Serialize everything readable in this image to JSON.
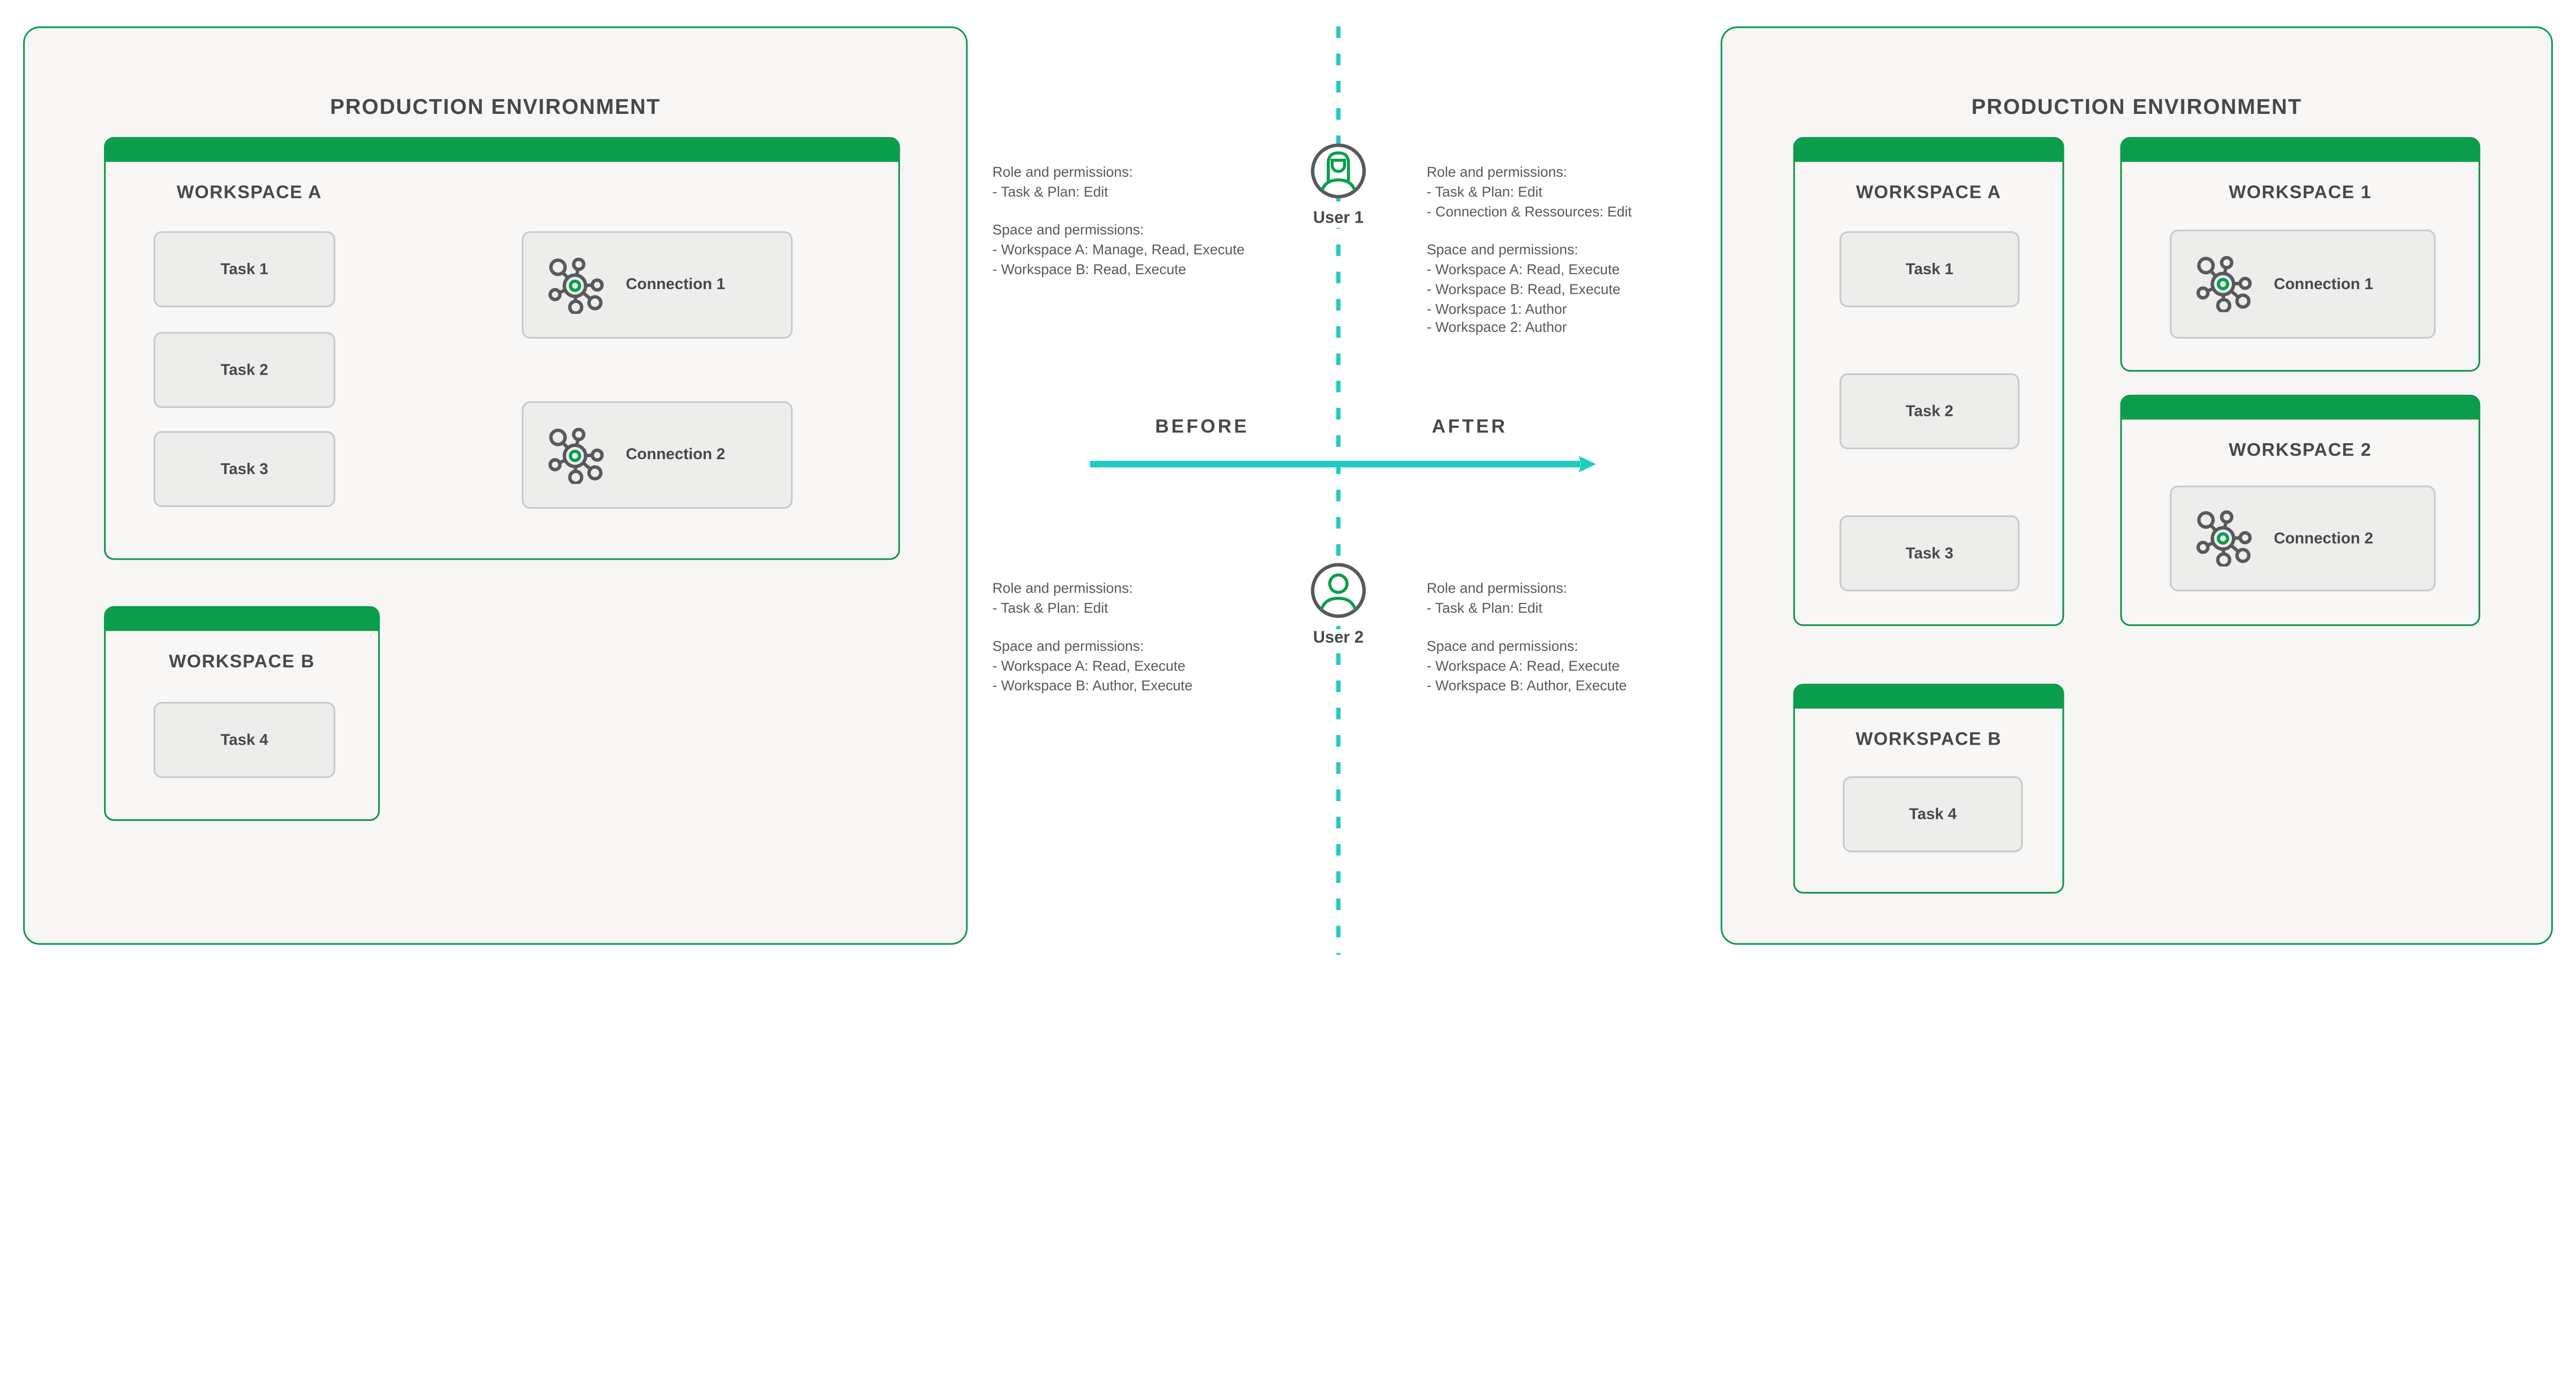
{
  "colors": {
    "brand_green": "#0A9E4C",
    "teal_flow": "#1FCBC1",
    "text_dark": "#474849",
    "text_mid": "#58595B"
  },
  "left_panel": {
    "title": "PRODUCTION ENVIRONMENT",
    "workspace_a": {
      "label": "WORKSPACE A",
      "tasks": [
        "Task 1",
        "Task 2",
        "Task 3"
      ],
      "connections": [
        "Connection 1",
        "Connection 2"
      ]
    },
    "workspace_b": {
      "label": "WORKSPACE B",
      "tasks": [
        "Task 4"
      ]
    }
  },
  "right_panel": {
    "title": "PRODUCTION ENVIRONMENT",
    "workspace_a": {
      "label": "WORKSPACE A",
      "tasks": [
        "Task 1",
        "Task 2",
        "Task 3"
      ]
    },
    "workspace_1": {
      "label": "WORKSPACE 1",
      "connection": "Connection 1"
    },
    "workspace_2": {
      "label": "WORKSPACE 2",
      "connection": "Connection 2"
    },
    "workspace_b": {
      "label": "WORKSPACE B",
      "tasks": [
        "Task 4"
      ]
    }
  },
  "middle": {
    "before_label": "BEFORE",
    "after_label": "AFTER",
    "user1": {
      "name": "User 1",
      "before_lines": [
        "Role and permissions:",
        "- Task & Plan: Edit",
        "",
        "Space and permissions:",
        "- Workspace A: Manage, Read, Execute",
        "- Workspace B: Read, Execute"
      ],
      "after_lines": [
        "Role and permissions:",
        "- Task & Plan: Edit",
        "- Connection & Ressources: Edit",
        "",
        "Space and permissions:",
        "- Workspace A: Read, Execute",
        "- Workspace B: Read, Execute",
        "- Workspace 1: Author",
        "- Workspace 2: Author"
      ]
    },
    "user2": {
      "name": "User 2",
      "before_lines": [
        "Role and permissions:",
        "- Task & Plan: Edit",
        "",
        "Space and permissions:",
        "- Workspace A: Read, Execute",
        "- Workspace B: Author, Execute"
      ],
      "after_lines": [
        "Role and permissions:",
        "- Task & Plan: Edit",
        "",
        "Space and permissions:",
        "- Workspace A: Read, Execute",
        "- Workspace B: Author, Execute"
      ]
    }
  }
}
